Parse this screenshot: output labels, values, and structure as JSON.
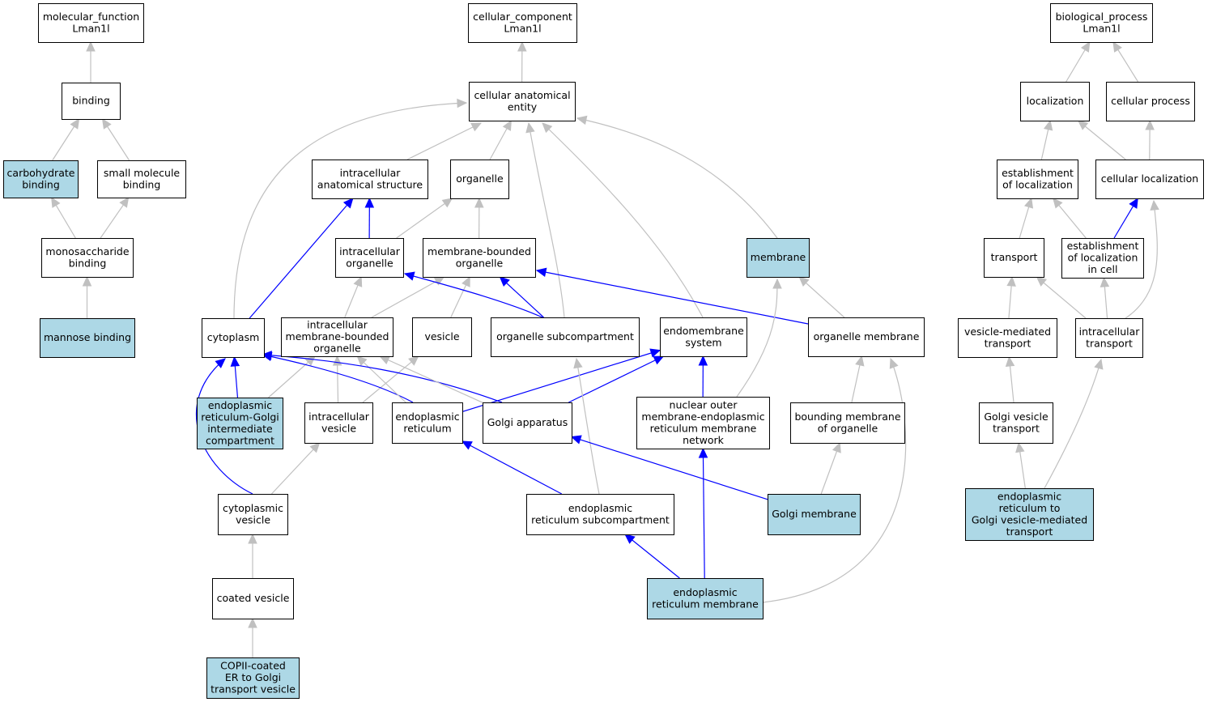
{
  "colors": {
    "annotated_fill": "#add8e6",
    "plain_fill": "#ffffff",
    "direct_edge": "#0000ff",
    "inferred_edge": "#c0c0c0"
  },
  "nodes": [
    {
      "id": "mf_root",
      "lines": [
        "molecular_function",
        "Lman1l"
      ],
      "annotated": false
    },
    {
      "id": "binding",
      "lines": [
        "binding"
      ],
      "annotated": false
    },
    {
      "id": "carb_binding",
      "lines": [
        "carbohydrate",
        "binding"
      ],
      "annotated": true
    },
    {
      "id": "small_mol_binding",
      "lines": [
        "small molecule",
        "binding"
      ],
      "annotated": false
    },
    {
      "id": "monosacch_binding",
      "lines": [
        "monosaccharide",
        "binding"
      ],
      "annotated": false
    },
    {
      "id": "mannose_binding",
      "lines": [
        "mannose binding"
      ],
      "annotated": true
    },
    {
      "id": "cc_root",
      "lines": [
        "cellular_component",
        "Lman1l"
      ],
      "annotated": false
    },
    {
      "id": "cae",
      "lines": [
        "cellular anatomical",
        "entity"
      ],
      "annotated": false
    },
    {
      "id": "ias",
      "lines": [
        "intracellular",
        "anatomical structure"
      ],
      "annotated": false
    },
    {
      "id": "organelle",
      "lines": [
        "organelle"
      ],
      "annotated": false
    },
    {
      "id": "intra_org",
      "lines": [
        "intracellular",
        "organelle"
      ],
      "annotated": false
    },
    {
      "id": "mb_org",
      "lines": [
        "membrane-bounded",
        "organelle"
      ],
      "annotated": false
    },
    {
      "id": "membrane",
      "lines": [
        "membrane"
      ],
      "annotated": true
    },
    {
      "id": "cytoplasm",
      "lines": [
        "cytoplasm"
      ],
      "annotated": false
    },
    {
      "id": "imbo",
      "lines": [
        "intracellular",
        "membrane-bounded",
        "organelle"
      ],
      "annotated": false
    },
    {
      "id": "vesicle",
      "lines": [
        "vesicle"
      ],
      "annotated": false
    },
    {
      "id": "org_subcomp",
      "lines": [
        "organelle subcompartment"
      ],
      "annotated": false
    },
    {
      "id": "endomem",
      "lines": [
        "endomembrane",
        "system"
      ],
      "annotated": false
    },
    {
      "id": "org_mem",
      "lines": [
        "organelle membrane"
      ],
      "annotated": false
    },
    {
      "id": "ergic",
      "lines": [
        "endoplasmic",
        "reticulum-Golgi",
        "intermediate",
        "compartment"
      ],
      "annotated": true
    },
    {
      "id": "intra_ves",
      "lines": [
        "intracellular",
        "vesicle"
      ],
      "annotated": false
    },
    {
      "id": "er",
      "lines": [
        "endoplasmic",
        "reticulum"
      ],
      "annotated": false
    },
    {
      "id": "golgi",
      "lines": [
        "Golgi apparatus"
      ],
      "annotated": false
    },
    {
      "id": "nuc_outer",
      "lines": [
        "nuclear outer",
        "membrane-endoplasmic",
        "reticulum membrane",
        "network"
      ],
      "annotated": false
    },
    {
      "id": "bound_mem",
      "lines": [
        "bounding membrane",
        "of organelle"
      ],
      "annotated": false
    },
    {
      "id": "cyto_ves",
      "lines": [
        "cytoplasmic",
        "vesicle"
      ],
      "annotated": false
    },
    {
      "id": "er_subcomp",
      "lines": [
        "endoplasmic",
        "reticulum subcompartment"
      ],
      "annotated": false
    },
    {
      "id": "golgi_mem",
      "lines": [
        "Golgi membrane"
      ],
      "annotated": true
    },
    {
      "id": "coated_ves",
      "lines": [
        "coated vesicle"
      ],
      "annotated": false
    },
    {
      "id": "er_mem",
      "lines": [
        "endoplasmic",
        "reticulum membrane"
      ],
      "annotated": true
    },
    {
      "id": "copii",
      "lines": [
        "COPII-coated",
        "ER to Golgi",
        "transport vesicle"
      ],
      "annotated": true
    },
    {
      "id": "bp_root",
      "lines": [
        "biological_process",
        "Lman1l"
      ],
      "annotated": false
    },
    {
      "id": "localization",
      "lines": [
        "localization"
      ],
      "annotated": false
    },
    {
      "id": "cell_proc",
      "lines": [
        "cellular process"
      ],
      "annotated": false
    },
    {
      "id": "est_loc",
      "lines": [
        "establishment",
        "of localization"
      ],
      "annotated": false
    },
    {
      "id": "cell_loc",
      "lines": [
        "cellular localization"
      ],
      "annotated": false
    },
    {
      "id": "transport",
      "lines": [
        "transport"
      ],
      "annotated": false
    },
    {
      "id": "est_loc_cell",
      "lines": [
        "establishment",
        "of localization",
        "in cell"
      ],
      "annotated": false
    },
    {
      "id": "ves_transport",
      "lines": [
        "vesicle-mediated",
        "transport"
      ],
      "annotated": false
    },
    {
      "id": "intra_transport",
      "lines": [
        "intracellular",
        "transport"
      ],
      "annotated": false
    },
    {
      "id": "golgi_ves_transport",
      "lines": [
        "Golgi vesicle",
        "transport"
      ],
      "annotated": false
    },
    {
      "id": "er_golgi_transport",
      "lines": [
        "endoplasmic",
        "reticulum to",
        "Golgi vesicle-mediated",
        "transport"
      ],
      "annotated": true
    }
  ],
  "edges": [
    {
      "from": "binding",
      "to": "mf_root",
      "kind": "inferred"
    },
    {
      "from": "carb_binding",
      "to": "binding",
      "kind": "inferred"
    },
    {
      "from": "small_mol_binding",
      "to": "binding",
      "kind": "inferred"
    },
    {
      "from": "monosacch_binding",
      "to": "carb_binding",
      "kind": "inferred"
    },
    {
      "from": "monosacch_binding",
      "to": "small_mol_binding",
      "kind": "inferred"
    },
    {
      "from": "mannose_binding",
      "to": "monosacch_binding",
      "kind": "inferred"
    },
    {
      "from": "cae",
      "to": "cc_root",
      "kind": "inferred"
    },
    {
      "from": "ias",
      "to": "cae",
      "kind": "inferred"
    },
    {
      "from": "organelle",
      "to": "cae",
      "kind": "inferred"
    },
    {
      "from": "membrane",
      "to": "cae",
      "kind": "inferred"
    },
    {
      "from": "cytoplasm",
      "to": "cae",
      "kind": "inferred"
    },
    {
      "from": "org_subcomp",
      "to": "cae",
      "kind": "inferred"
    },
    {
      "from": "endomem",
      "to": "cae",
      "kind": "inferred"
    },
    {
      "from": "intra_org",
      "to": "ias",
      "kind": "direct"
    },
    {
      "from": "intra_org",
      "to": "organelle",
      "kind": "inferred"
    },
    {
      "from": "mb_org",
      "to": "organelle",
      "kind": "inferred"
    },
    {
      "from": "cytoplasm",
      "to": "ias",
      "kind": "direct"
    },
    {
      "from": "imbo",
      "to": "intra_org",
      "kind": "inferred"
    },
    {
      "from": "imbo",
      "to": "mb_org",
      "kind": "inferred"
    },
    {
      "from": "vesicle",
      "to": "mb_org",
      "kind": "inferred"
    },
    {
      "from": "org_subcomp",
      "to": "intra_org",
      "kind": "direct"
    },
    {
      "from": "org_subcomp",
      "to": "mb_org",
      "kind": "direct"
    },
    {
      "from": "org_mem",
      "to": "mb_org",
      "kind": "direct"
    },
    {
      "from": "org_mem",
      "to": "membrane",
      "kind": "inferred"
    },
    {
      "from": "ergic",
      "to": "cytoplasm",
      "kind": "direct"
    },
    {
      "from": "ergic",
      "to": "imbo",
      "kind": "inferred"
    },
    {
      "from": "intra_ves",
      "to": "imbo",
      "kind": "inferred"
    },
    {
      "from": "intra_ves",
      "to": "vesicle",
      "kind": "inferred"
    },
    {
      "from": "er",
      "to": "cytoplasm",
      "kind": "direct"
    },
    {
      "from": "er",
      "to": "imbo",
      "kind": "inferred"
    },
    {
      "from": "er",
      "to": "endomem",
      "kind": "direct"
    },
    {
      "from": "golgi",
      "to": "cytoplasm",
      "kind": "direct"
    },
    {
      "from": "golgi",
      "to": "imbo",
      "kind": "inferred"
    },
    {
      "from": "golgi",
      "to": "endomem",
      "kind": "direct"
    },
    {
      "from": "nuc_outer",
      "to": "endomem",
      "kind": "direct"
    },
    {
      "from": "nuc_outer",
      "to": "membrane",
      "kind": "inferred"
    },
    {
      "from": "bound_mem",
      "to": "org_mem",
      "kind": "inferred"
    },
    {
      "from": "cyto_ves",
      "to": "cytoplasm",
      "kind": "direct"
    },
    {
      "from": "cyto_ves",
      "to": "intra_ves",
      "kind": "inferred"
    },
    {
      "from": "er_subcomp",
      "to": "er",
      "kind": "direct"
    },
    {
      "from": "er_subcomp",
      "to": "org_subcomp",
      "kind": "inferred"
    },
    {
      "from": "golgi_mem",
      "to": "golgi",
      "kind": "direct"
    },
    {
      "from": "golgi_mem",
      "to": "bound_mem",
      "kind": "inferred"
    },
    {
      "from": "coated_ves",
      "to": "cyto_ves",
      "kind": "inferred"
    },
    {
      "from": "er_mem",
      "to": "er_subcomp",
      "kind": "direct"
    },
    {
      "from": "er_mem",
      "to": "nuc_outer",
      "kind": "direct"
    },
    {
      "from": "er_mem",
      "to": "org_mem",
      "kind": "inferred"
    },
    {
      "from": "copii",
      "to": "coated_ves",
      "kind": "inferred"
    },
    {
      "from": "localization",
      "to": "bp_root",
      "kind": "inferred"
    },
    {
      "from": "cell_proc",
      "to": "bp_root",
      "kind": "inferred"
    },
    {
      "from": "est_loc",
      "to": "localization",
      "kind": "inferred"
    },
    {
      "from": "cell_loc",
      "to": "localization",
      "kind": "inferred"
    },
    {
      "from": "cell_loc",
      "to": "cell_proc",
      "kind": "inferred"
    },
    {
      "from": "transport",
      "to": "est_loc",
      "kind": "inferred"
    },
    {
      "from": "est_loc_cell",
      "to": "est_loc",
      "kind": "inferred"
    },
    {
      "from": "est_loc_cell",
      "to": "cell_loc",
      "kind": "direct"
    },
    {
      "from": "ves_transport",
      "to": "transport",
      "kind": "inferred"
    },
    {
      "from": "intra_transport",
      "to": "transport",
      "kind": "inferred"
    },
    {
      "from": "intra_transport",
      "to": "est_loc_cell",
      "kind": "inferred"
    },
    {
      "from": "intra_transport",
      "to": "cell_loc",
      "kind": "inferred"
    },
    {
      "from": "golgi_ves_transport",
      "to": "ves_transport",
      "kind": "inferred"
    },
    {
      "from": "er_golgi_transport",
      "to": "golgi_ves_transport",
      "kind": "inferred"
    },
    {
      "from": "er_golgi_transport",
      "to": "intra_transport",
      "kind": "inferred"
    }
  ]
}
